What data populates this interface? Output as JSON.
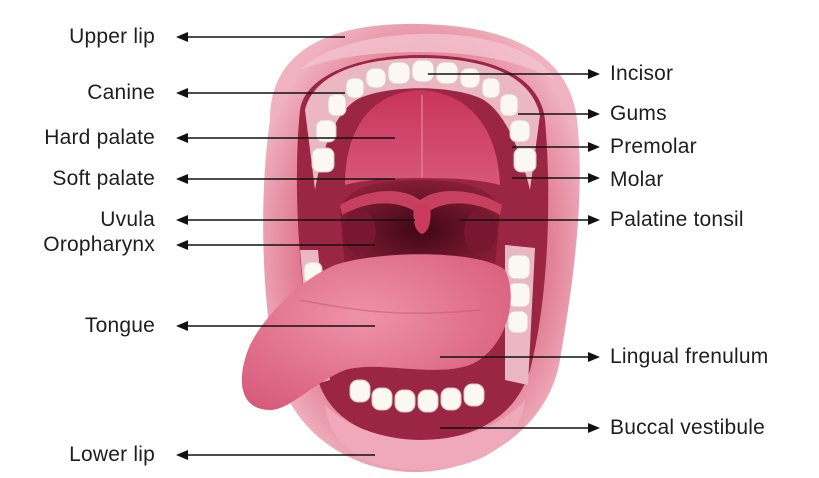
{
  "diagram": {
    "illustration": {
      "colors": {
        "lip": "#e4869c",
        "lip_dark": "#c9506d",
        "mouth_interior": "#8c1f38",
        "throat": "#5e0f22",
        "palate": "#c93a5c",
        "tongue": "#e5728f",
        "gums": "#eab7c2",
        "teeth": "#fbf7f2"
      }
    },
    "left_labels": [
      {
        "id": "upper-lip",
        "text": "Upper lip"
      },
      {
        "id": "canine",
        "text": "Canine"
      },
      {
        "id": "hard-palate",
        "text": "Hard palate"
      },
      {
        "id": "soft-palate",
        "text": "Soft palate"
      },
      {
        "id": "uvula",
        "text": "Uvula"
      },
      {
        "id": "oropharynx",
        "text": "Oropharynx"
      },
      {
        "id": "tongue",
        "text": "Tongue"
      },
      {
        "id": "lower-lip",
        "text": "Lower lip"
      }
    ],
    "right_labels": [
      {
        "id": "incisor",
        "text": "Incisor"
      },
      {
        "id": "gums",
        "text": "Gums"
      },
      {
        "id": "premolar",
        "text": "Premolar"
      },
      {
        "id": "molar",
        "text": "Molar"
      },
      {
        "id": "palatine-tonsil",
        "text": "Palatine tonsil"
      },
      {
        "id": "lingual-frenulum",
        "text": "Lingual frenulum"
      },
      {
        "id": "buccal-vestibule",
        "text": "Buccal vestibule"
      }
    ]
  }
}
